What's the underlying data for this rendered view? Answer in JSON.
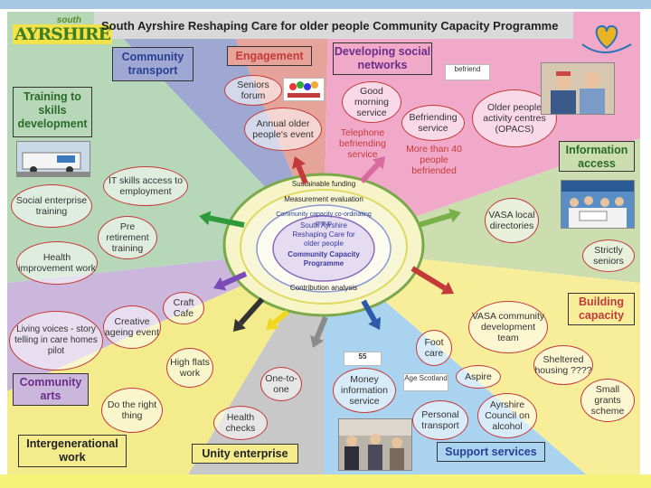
{
  "title": "South Ayrshire Reshaping Care for older people Community Capacity Programme",
  "logo_left": {
    "small": "south",
    "big": "AYRSHIRE"
  },
  "colors": {
    "frame_top": "#a7c8e0",
    "frame_bottom": "#f6f27a",
    "transport": "#9fa8d3",
    "engagement": "#e6a39a",
    "social": "#f1a9c9",
    "information": "#ccddb0",
    "building": "#f8ee9a",
    "support": "#a9d3ef",
    "unity": "#c8c8c8",
    "intergen": "#f4ec8c",
    "arts": "#cbb7dc",
    "training": "#b6d8b9",
    "bubble_border": "#c43a3a",
    "header_text_blue": "#2b3f93",
    "header_text_red": "#c43a3a",
    "header_text_purple": "#6b2d8a",
    "header_text_green": "#2a6a2a",
    "header_text_dark": "#222222"
  },
  "headers": {
    "community_transport": "Community transport",
    "engagement": "Engagement",
    "developing_social_networks": "Developing social networks",
    "training": "Training to skills development",
    "information_access": "Information access",
    "building_capacity": "Building capacity",
    "support_services": "Support services",
    "unity_enterprise": "Unity enterprise",
    "intergenerational_work": "Intergenerational work",
    "community_arts": "Community arts"
  },
  "bubbles": {
    "seniors_forum": "Seniors forum",
    "annual_event": "Annual older people's event",
    "good_morning": "Good morning service",
    "befriending": "Befriending service",
    "older_people_centres": "Older people activity centres (OPACS)",
    "it_skills": "IT skills access to employment",
    "social_enterprise": "Social enterprise training",
    "pre_retirement": "Pre retirement training",
    "health_improvement": "Health improvement work",
    "vasa_directories": "VASA local directories",
    "strictly_seniors": "Strictly seniors",
    "vasa_team": "VASA community development team",
    "sheltered_housing": "Sheltered housing ????",
    "small_grants": "Small grants scheme",
    "foot_care": "Foot care",
    "aspire": "Aspire",
    "money_info": "Money information service",
    "personal_transport": "Personal transport",
    "ayrshire_alcohol": "Ayrshire Council on alcohol",
    "one_to_one": "One-to-one",
    "health_checks": "Health checks",
    "high_flats": "High flats work",
    "do_right_thing": "Do the right thing",
    "craft_cafe": "Craft Cafe",
    "creative_ageing": "Creative ageing event",
    "living_voices": "Living voices - story telling in care homes pilot"
  },
  "free_text": {
    "telephone": "Telephone befriending service",
    "more_than_40": "More than 40 people befriended"
  },
  "center": {
    "ring1": "Sustainable funding",
    "ring2": "Measurement evaluation",
    "ring3": "Community capacity co-ordinating group",
    "core": "South Ayrshire Reshaping Care for older people",
    "core_bold": "Community Capacity Programme",
    "bottom": "Contribution analysis"
  },
  "mini_logos": {
    "befriend_logo": "befriend",
    "fifty_five": "55",
    "agewise": "Age Scotland"
  },
  "icons": [
    "heart-logo-icon",
    "arrow-icon"
  ]
}
